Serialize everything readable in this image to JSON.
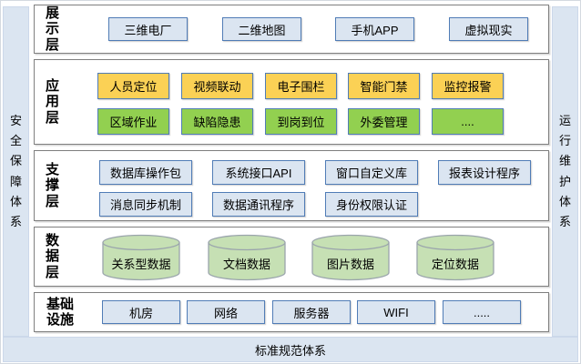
{
  "diagram": {
    "left_bar": "安全保障体系",
    "right_bar": "运行维护体系",
    "bottom_bar": "标准规范体系",
    "layers": {
      "presentation": {
        "title": "展示层",
        "items": [
          "三维电厂",
          "二维地图",
          "手机APP",
          "虚拟现实"
        ]
      },
      "application": {
        "title": "应用层",
        "row1": [
          "人员定位",
          "视频联动",
          "电子围栏",
          "智能门禁",
          "监控报警"
        ],
        "row2": [
          "区域作业",
          "缺陷隐患",
          "到岗到位",
          "外委管理",
          "...."
        ]
      },
      "support": {
        "title": "支撑层",
        "row1": [
          "数据库操作包",
          "系统接口API",
          "窗口自定义库",
          "报表设计程序"
        ],
        "row2": [
          "消息同步机制",
          "数据通讯程序",
          "身份权限认证"
        ]
      },
      "data": {
        "title": "数据层",
        "items": [
          "关系型数据",
          "文档数据",
          "图片数据",
          "定位数据"
        ]
      },
      "infrastructure": {
        "title": "基础设施",
        "items": [
          "机房",
          "网络",
          "服务器",
          "WIFI",
          "....."
        ]
      }
    },
    "colors": {
      "panel": "#dbe5f1",
      "box_border": "#507cb6",
      "yellow": "#fbd155",
      "green": "#92d050",
      "cylinder_fill": "#c6e0b4",
      "cylinder_stroke": "#9aa4ac",
      "layer_border": "#7f7f7f"
    }
  }
}
